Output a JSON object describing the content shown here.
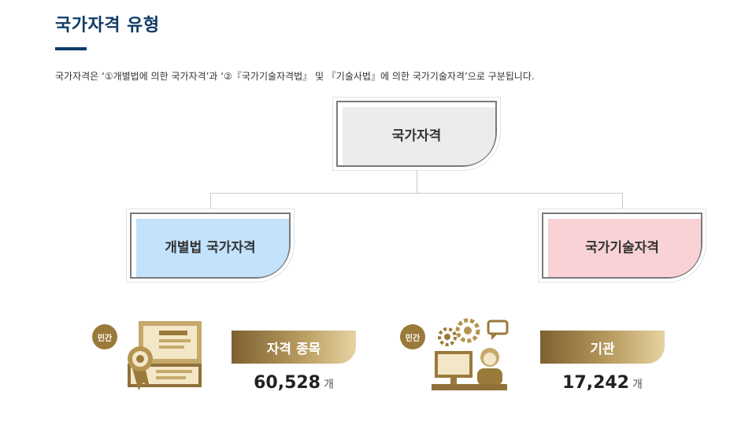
{
  "header": {
    "title": "국가자격 유형",
    "description": "국가자격은 ‘①개별법에 의한 국가자격’과 ‘②『국가기술자격법』 및 『기술사법』에 의한 국가기술자격’으로 구분됩니다."
  },
  "diagram": {
    "root": "국가자격",
    "children": [
      "개별법 국가자격",
      "국가기술자격"
    ]
  },
  "stats": [
    {
      "badge": "민간",
      "icon": "certificate-icon",
      "label": "자격 종목",
      "value": "60,528",
      "unit": "개"
    },
    {
      "badge": "민간",
      "icon": "office-worker-icon",
      "label": "기관",
      "value": "17,242",
      "unit": "개"
    }
  ],
  "colors": {
    "title": "#0f3b66",
    "root_fill": "#ececec",
    "left_fill": "#c3e2fb",
    "right_fill": "#f9d2d5",
    "gold": "#9a7a3a"
  }
}
